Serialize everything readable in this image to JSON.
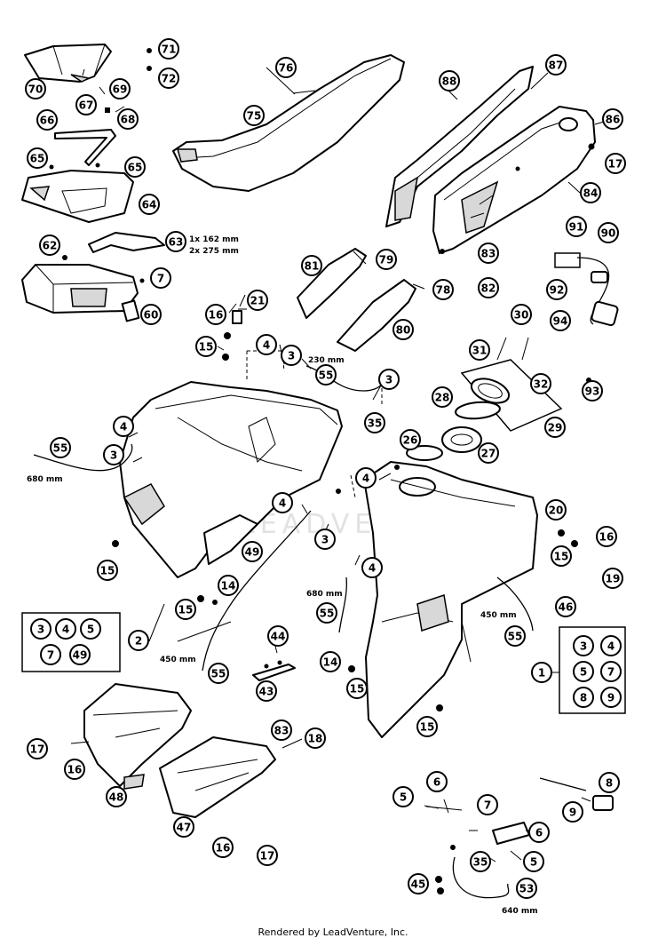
{
  "footer": {
    "text": "Rendered by LeadVenture, Inc."
  },
  "dimensions": {
    "d63_line1": "1x 162 mm",
    "d63_line2": "2x 275 mm",
    "d230": "230 mm",
    "d680_left": "680 mm",
    "d680_mid": "680 mm",
    "d450_left": "450 mm",
    "d450_right": "450 mm",
    "d640": "640 mm"
  },
  "callouts": [
    {
      "key": "c71",
      "label": "71"
    },
    {
      "key": "c72",
      "label": "72"
    },
    {
      "key": "c70",
      "label": "70"
    },
    {
      "key": "c69",
      "label": "69"
    },
    {
      "key": "c67",
      "label": "67"
    },
    {
      "key": "c68",
      "label": "68"
    },
    {
      "key": "c66",
      "label": "66"
    },
    {
      "key": "c65a",
      "label": "65"
    },
    {
      "key": "c65b",
      "label": "65"
    },
    {
      "key": "c64",
      "label": "64"
    },
    {
      "key": "c63",
      "label": "63"
    },
    {
      "key": "c62",
      "label": "62"
    },
    {
      "key": "c7a",
      "label": "7"
    },
    {
      "key": "c60",
      "label": "60"
    },
    {
      "key": "c76",
      "label": "76"
    },
    {
      "key": "c75",
      "label": "75"
    },
    {
      "key": "c88",
      "label": "88"
    },
    {
      "key": "c87",
      "label": "87"
    },
    {
      "key": "c86",
      "label": "86"
    },
    {
      "key": "c17a",
      "label": "17"
    },
    {
      "key": "c84",
      "label": "84"
    },
    {
      "key": "c91",
      "label": "91"
    },
    {
      "key": "c90",
      "label": "90"
    },
    {
      "key": "c79",
      "label": "79"
    },
    {
      "key": "c83a",
      "label": "83"
    },
    {
      "key": "c81",
      "label": "81"
    },
    {
      "key": "c78",
      "label": "78"
    },
    {
      "key": "c82",
      "label": "82"
    },
    {
      "key": "c92",
      "label": "92"
    },
    {
      "key": "c94",
      "label": "94"
    },
    {
      "key": "c21",
      "label": "21"
    },
    {
      "key": "c16a",
      "label": "16"
    },
    {
      "key": "c80",
      "label": "80"
    },
    {
      "key": "c30",
      "label": "30"
    },
    {
      "key": "c15a",
      "label": "15"
    },
    {
      "key": "c4a",
      "label": "4"
    },
    {
      "key": "c3a",
      "label": "3"
    },
    {
      "key": "c31",
      "label": "31"
    },
    {
      "key": "c55a",
      "label": "55"
    },
    {
      "key": "c3b",
      "label": "3"
    },
    {
      "key": "c32",
      "label": "32"
    },
    {
      "key": "c93",
      "label": "93"
    },
    {
      "key": "c28",
      "label": "28"
    },
    {
      "key": "c35a",
      "label": "35"
    },
    {
      "key": "c29",
      "label": "29"
    },
    {
      "key": "c4b",
      "label": "4"
    },
    {
      "key": "c26",
      "label": "26"
    },
    {
      "key": "c27",
      "label": "27"
    },
    {
      "key": "c55b",
      "label": "55"
    },
    {
      "key": "c3c",
      "label": "3"
    },
    {
      "key": "c4c",
      "label": "4"
    },
    {
      "key": "c20",
      "label": "20"
    },
    {
      "key": "c4d",
      "label": "4"
    },
    {
      "key": "c16b",
      "label": "16"
    },
    {
      "key": "c3d",
      "label": "3"
    },
    {
      "key": "c15b",
      "label": "15"
    },
    {
      "key": "c49",
      "label": "49"
    },
    {
      "key": "c15c",
      "label": "15"
    },
    {
      "key": "c19",
      "label": "19"
    },
    {
      "key": "c4e",
      "label": "4"
    },
    {
      "key": "c14a",
      "label": "14"
    },
    {
      "key": "c15d",
      "label": "15"
    },
    {
      "key": "c46",
      "label": "46"
    },
    {
      "key": "c55c",
      "label": "55"
    },
    {
      "key": "c55d",
      "label": "55"
    },
    {
      "key": "c44",
      "label": "44"
    },
    {
      "key": "c3e",
      "label": "3"
    },
    {
      "key": "c4f",
      "label": "4"
    },
    {
      "key": "c5a",
      "label": "5"
    },
    {
      "key": "c7b",
      "label": "7"
    },
    {
      "key": "c49b",
      "label": "49"
    },
    {
      "key": "c2",
      "label": "2"
    },
    {
      "key": "c3f",
      "label": "3"
    },
    {
      "key": "c4g",
      "label": "4"
    },
    {
      "key": "c5b",
      "label": "5"
    },
    {
      "key": "c7c",
      "label": "7"
    },
    {
      "key": "c8a",
      "label": "8"
    },
    {
      "key": "c9a",
      "label": "9"
    },
    {
      "key": "c1",
      "label": "1"
    },
    {
      "key": "c14b",
      "label": "14"
    },
    {
      "key": "c15e",
      "label": "15"
    },
    {
      "key": "c55e",
      "label": "55"
    },
    {
      "key": "c43",
      "label": "43"
    },
    {
      "key": "c15f",
      "label": "15"
    },
    {
      "key": "c17b",
      "label": "17"
    },
    {
      "key": "c16c",
      "label": "16"
    },
    {
      "key": "c83b",
      "label": "83"
    },
    {
      "key": "c18",
      "label": "18"
    },
    {
      "key": "c48",
      "label": "48"
    },
    {
      "key": "c47",
      "label": "47"
    },
    {
      "key": "c16d",
      "label": "16"
    },
    {
      "key": "c17c",
      "label": "17"
    },
    {
      "key": "c6a",
      "label": "6"
    },
    {
      "key": "c5c",
      "label": "5"
    },
    {
      "key": "c7d",
      "label": "7"
    },
    {
      "key": "c8b",
      "label": "8"
    },
    {
      "key": "c9b",
      "label": "9"
    },
    {
      "key": "c6b",
      "label": "6"
    },
    {
      "key": "c35b",
      "label": "35"
    },
    {
      "key": "c5d",
      "label": "5"
    },
    {
      "key": "c45",
      "label": "45"
    },
    {
      "key": "c53",
      "label": "53"
    }
  ]
}
